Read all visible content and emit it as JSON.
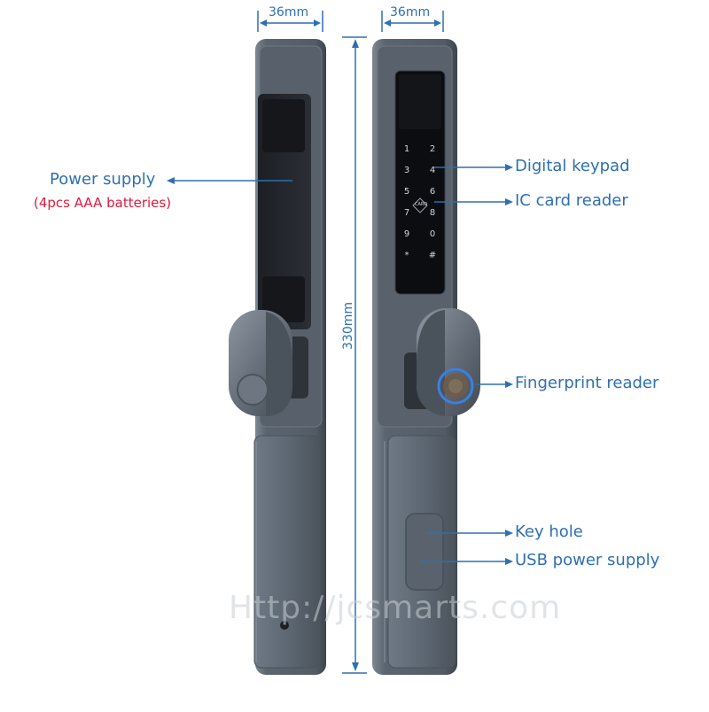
{
  "dimensions": {
    "width_left": "36mm",
    "width_right": "36mm",
    "height": "330mm"
  },
  "labels": {
    "power_supply": "Power supply",
    "power_supply_note": "(4pcs AAA batteries)",
    "digital_keypad": "Digital keypad",
    "ic_card_reader": "IC card reader",
    "fingerprint_reader": "Fingerprint reader",
    "key_hole": "Key hole",
    "usb_power_supply": "USB power supply"
  },
  "keypad": {
    "keys": [
      "1",
      "2",
      "3",
      "4",
      "5",
      "6",
      "7",
      "8",
      "9",
      "0",
      "*",
      "#"
    ],
    "card_mark": "CARD"
  },
  "watermark": "Http://jcsmarts.com",
  "colors": {
    "label": "#2f6fb2",
    "note": "#e0193c",
    "body": "#5b6570",
    "panel": "#0c0d10"
  }
}
